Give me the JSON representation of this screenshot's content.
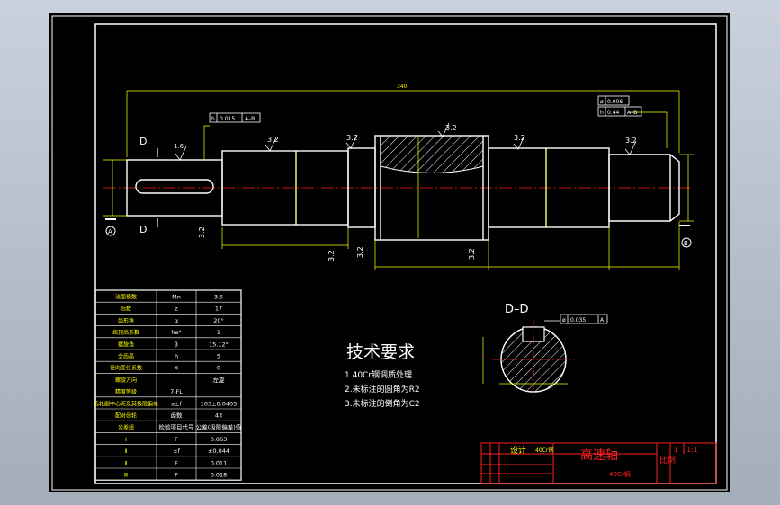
{
  "labels": {
    "section_d_top": "D",
    "section_d_bottom": "D",
    "section_view": "D–D",
    "datum_a": "A",
    "datum_b": "B",
    "overall_length": "340"
  },
  "roughness": [
    "1.6",
    "3.2",
    "3.2",
    "3.2",
    "3.2",
    "3.2",
    "3.2",
    "3.2",
    "3.2",
    "3.2"
  ],
  "tolerance_frames": [
    {
      "symbol": "h",
      "value": "0.015",
      "datum": "A–B"
    },
    {
      "symbol": "ø",
      "value": "0.006",
      "datum": ""
    },
    {
      "symbol": "h",
      "value": "0.44",
      "datum": "A–B"
    },
    {
      "symbol": "ø",
      "value": "0.035",
      "datum": "A"
    }
  ],
  "params_table": {
    "rows": [
      [
        "法面模数",
        "Mn",
        "3.5"
      ],
      [
        "齿数",
        "z",
        "17"
      ],
      [
        "齿形角",
        "α",
        "20°"
      ],
      [
        "齿顶高系数",
        "ha*",
        "1"
      ],
      [
        "螺旋角",
        "β",
        "15.12°"
      ],
      [
        "全齿高",
        "h",
        "5"
      ],
      [
        "径向变位系数",
        "X",
        "0"
      ],
      [
        "螺旋方向",
        "",
        "左旋"
      ],
      [
        "精度等级",
        "7-FL",
        ""
      ],
      [
        "齿轮副中心距及其极限偏差",
        "a±f",
        "103±0.0405"
      ],
      [
        "配对齿轮",
        "齿数",
        "43"
      ],
      [
        "公差组",
        "检验项目代号",
        "公差(极限偏差)值"
      ],
      [
        "Ⅰ",
        "F",
        "0.063"
      ],
      [
        "Ⅱ",
        "±f",
        "±0.044"
      ],
      [
        "Ⅱ",
        "F",
        "0.011"
      ],
      [
        "Ⅲ",
        "F",
        "0.018"
      ]
    ]
  },
  "tech_req": {
    "title": "技术要求",
    "items": [
      "1.40Cr钢调质处理",
      "2.未标注的圆角为R2",
      "3.未标注的倒角为C2"
    ]
  },
  "title_block": {
    "part_name": "高速轴",
    "designer_label": "设计",
    "material": "40Cr钢",
    "scale_label": "比例",
    "scale": "1:1",
    "sheet": "1"
  },
  "colors": {
    "outline": "#ffffff",
    "dimension": "#ffff00",
    "hatch": "#ffffff",
    "title_block": "#ff2020",
    "center": "#ff2020"
  }
}
